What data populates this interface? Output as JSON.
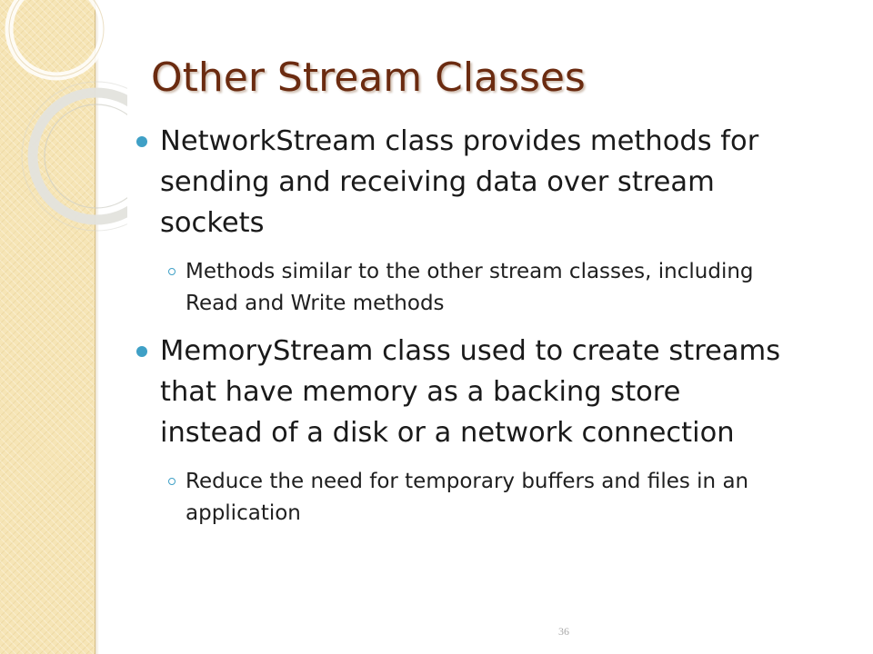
{
  "slide": {
    "title": "Other Stream Classes",
    "bullets": [
      {
        "text": "NetworkStream class provides methods for sending and receiving data over stream sockets",
        "sub": [
          {
            "text": "Methods similar to the other stream classes, including Read and Write methods"
          }
        ]
      },
      {
        "text": "MemoryStream class used to create streams that have memory as a backing store instead of a disk or a network connection",
        "sub": [
          {
            "text": "Reduce the need for temporary buffers and files in an application"
          }
        ]
      }
    ],
    "page_number": "36"
  },
  "colors": {
    "title": "#6b2b10",
    "bullet_accent": "#3fa0c6",
    "side_band": "#f6e5b6",
    "body_text": "#1a1a1a",
    "page_number": "#a9a9a9"
  },
  "icons": {
    "level1_bullet": "filled-circle-bullet-icon",
    "level2_bullet": "hollow-circle-bullet-icon"
  }
}
